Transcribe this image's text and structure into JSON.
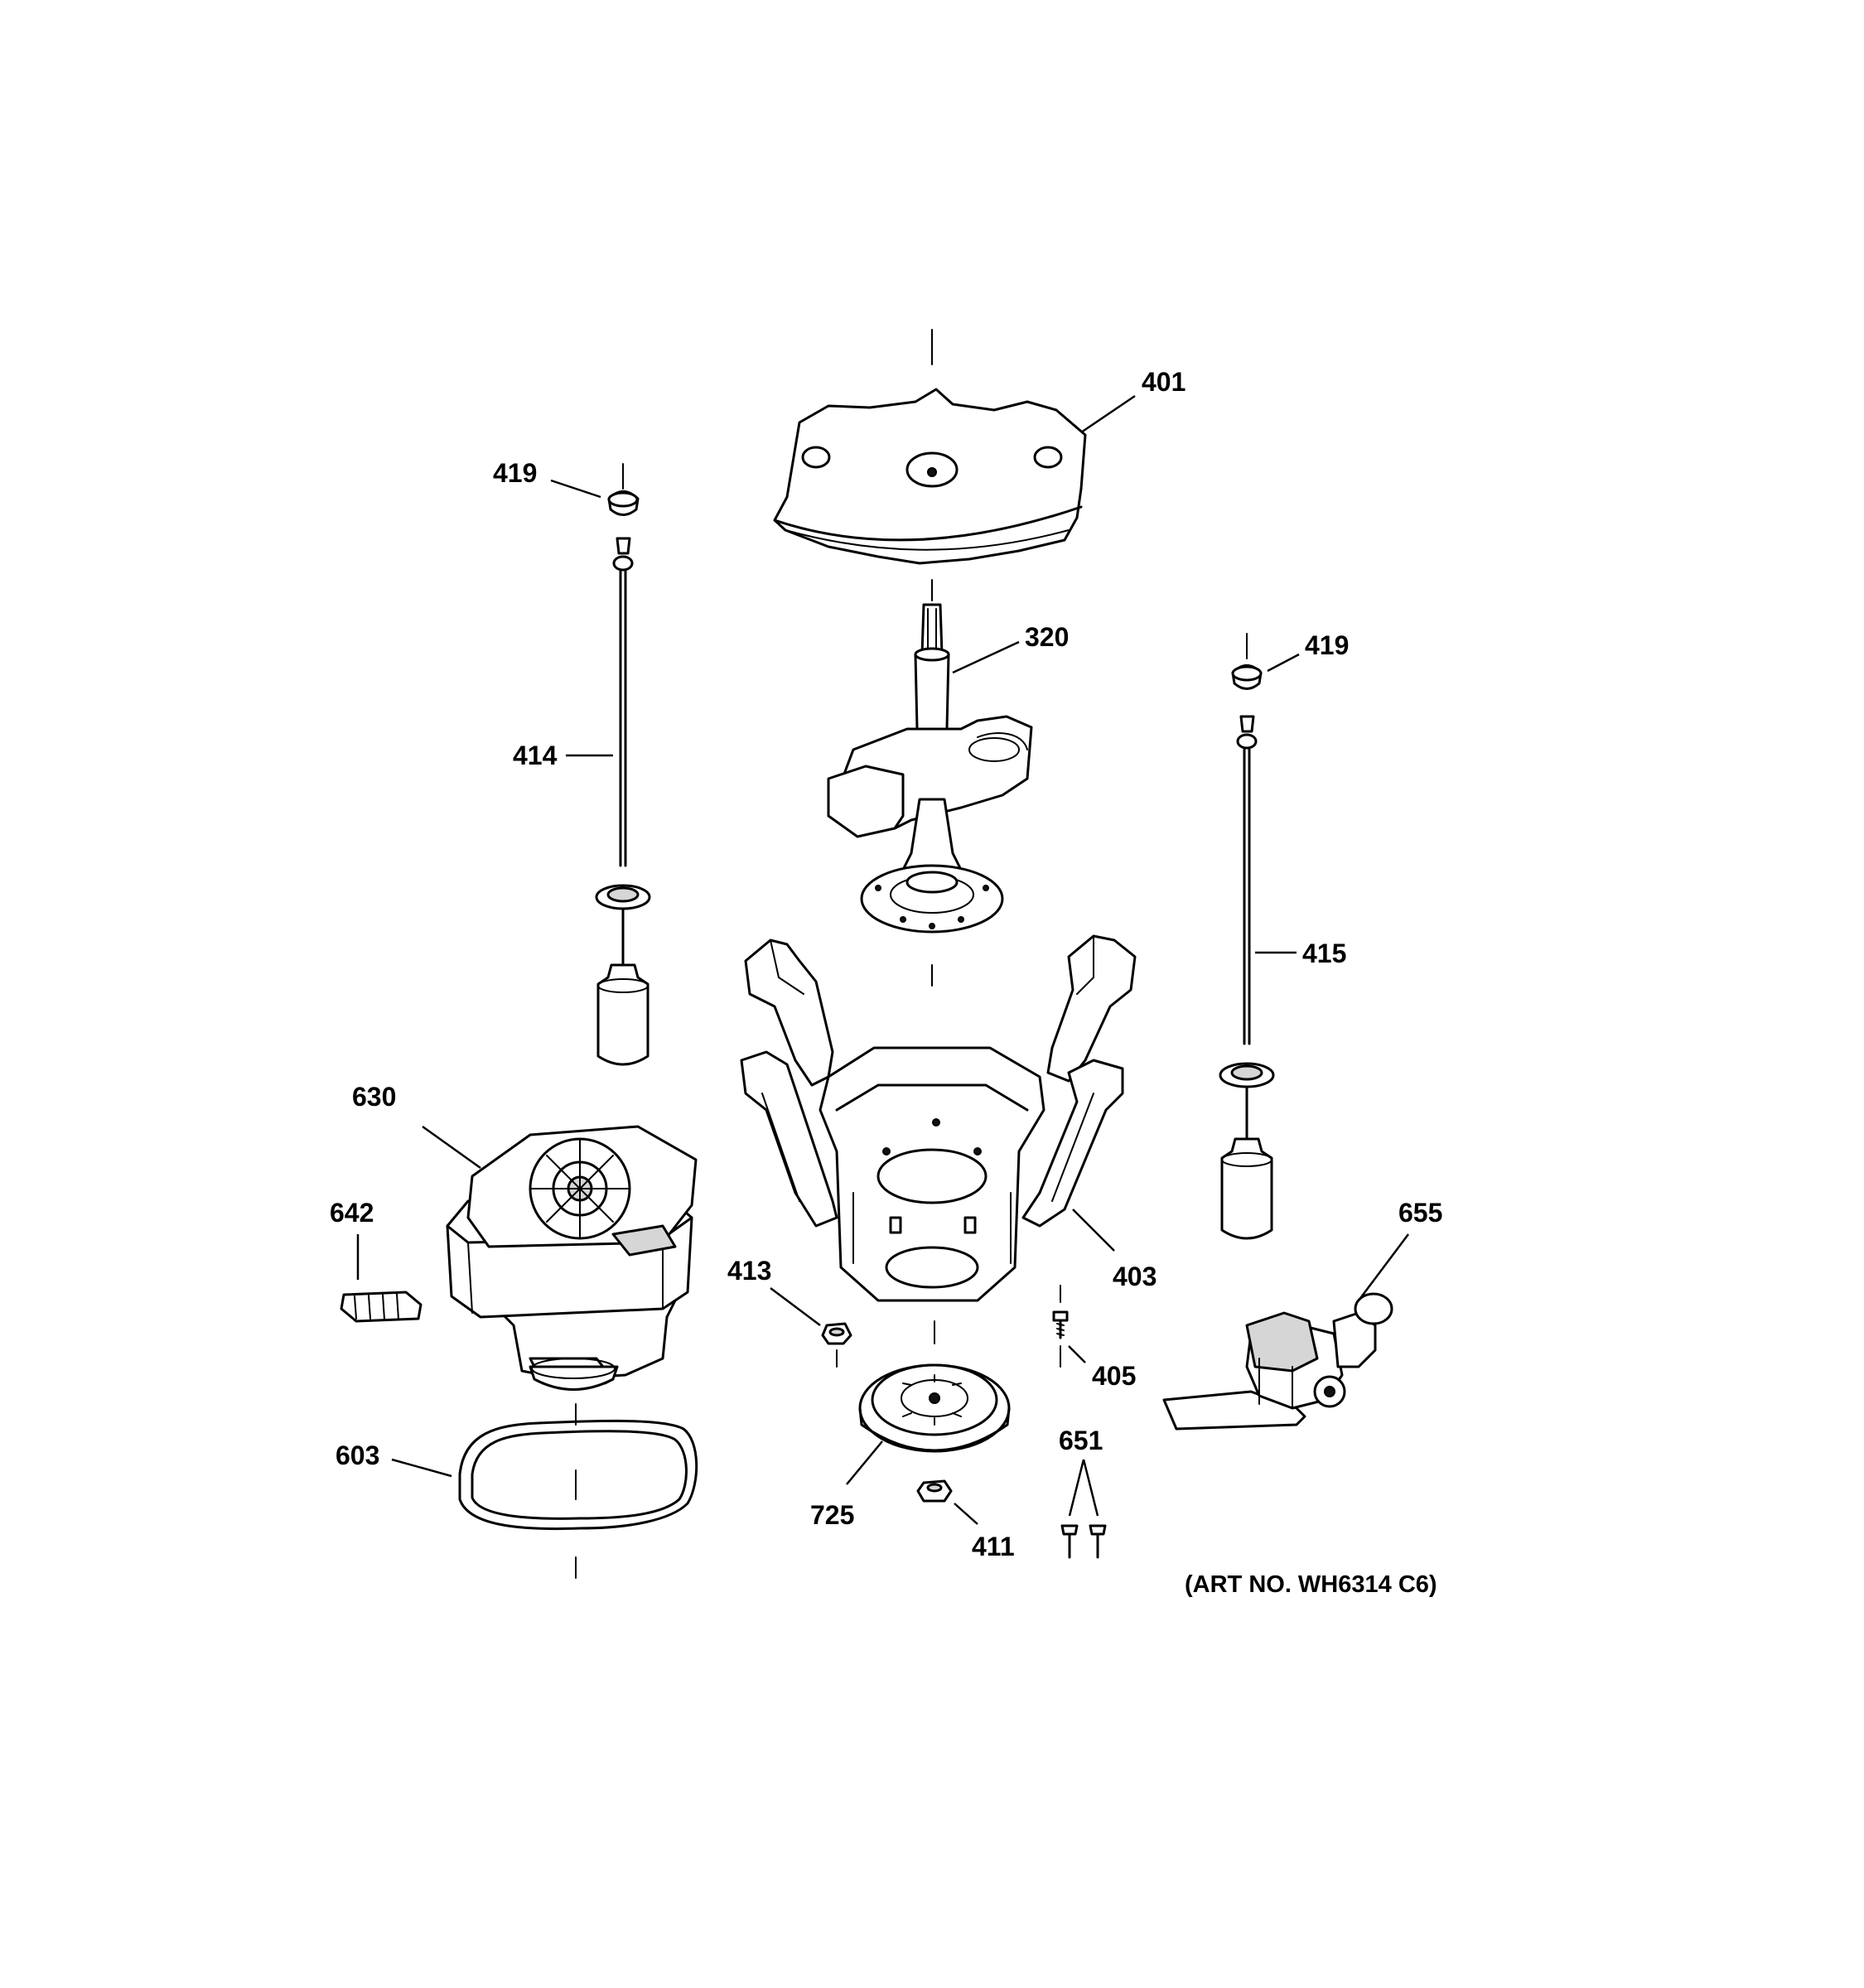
{
  "callouts": {
    "c401": "401",
    "c419_left": "419",
    "c419_right": "419",
    "c320": "320",
    "c414": "414",
    "c415": "415",
    "c630": "630",
    "c642": "642",
    "c413": "413",
    "c403": "403",
    "c655": "655",
    "c405": "405",
    "c651": "651",
    "c603": "603",
    "c725": "725",
    "c411": "411"
  },
  "art_number": "(ART NO. WH6314 C6)"
}
